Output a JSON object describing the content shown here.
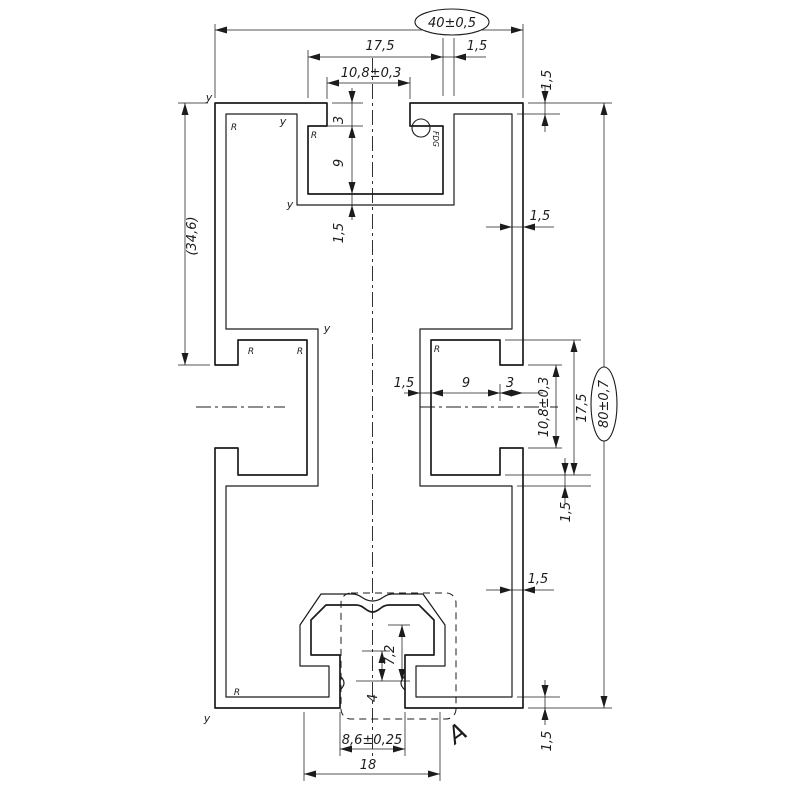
{
  "page": {
    "background": "#ffffff",
    "line_color": "#1c1c1c"
  },
  "labels": {
    "overall_width": "40±0,5",
    "overall_height": "80±0,7",
    "top_slot_cavity_width": "17,5",
    "top_wall": "1,5",
    "top_slot_opening": "10,8±0,3",
    "top_lip_depth": "3",
    "top_cavity_depth": "9",
    "top_slot_bottom_wall": "1,5",
    "left_face_height": "(34,6)",
    "right_top_wall": "1,5",
    "right_wall_upper": "1,5",
    "side_pocket_wall": "1,5",
    "side_cavity_depth": "9",
    "side_lip_depth": "3",
    "side_slot_opening": "10,8±0,3",
    "side_slot_cavity_height": "17,5",
    "side_cavity_bottom_wall": "1,5",
    "right_wall_lower": "1,5",
    "bottom_pocket_depth": "7,2",
    "bottom_slot_depth": "4",
    "bottom_slot_opening": "8,6±0,25",
    "bottom_channel_width": "18",
    "bottom_wall": "1,5",
    "detail_label": "A",
    "note": "FDG",
    "surface_mark": "y",
    "radius_mark": "R"
  }
}
